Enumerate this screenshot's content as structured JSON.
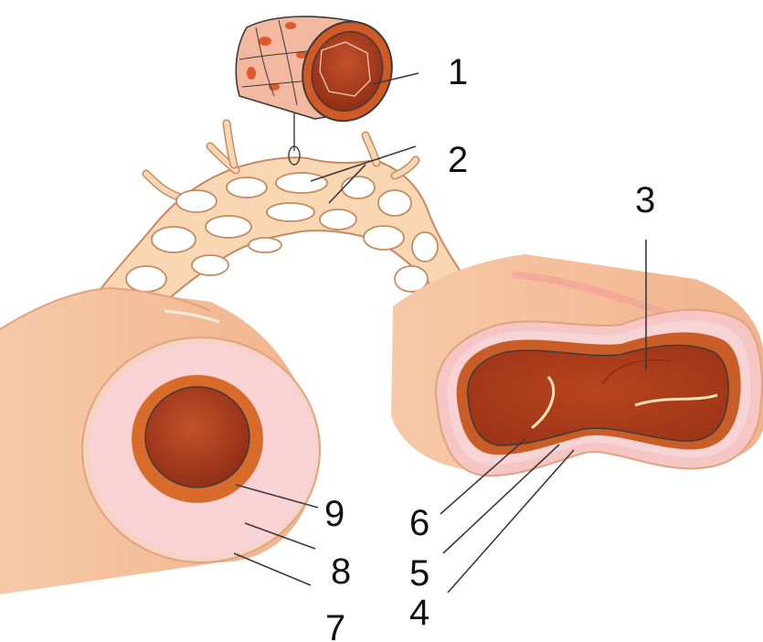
{
  "diagram": {
    "colors": {
      "outer_tissue": "#f6c3a0",
      "outer_tissue_dark": "#eaa783",
      "media_pink": "#f7d3d3",
      "intima_orange": "#d86a2a",
      "lumen_red": "#a8361a",
      "capillary_fill": "#f9d7b2",
      "capillary_stroke": "#c58a62",
      "line": "#3a3a3a"
    },
    "icons": {
      "capillary_segment": "capillary-tube-icon",
      "capillary_network": "capillary-network-icon",
      "artery": "artery-cross-section-icon",
      "vein": "vein-cross-section-icon"
    },
    "labels": [
      {
        "id": "1",
        "text": "1"
      },
      {
        "id": "2",
        "text": "2"
      },
      {
        "id": "3",
        "text": "3"
      },
      {
        "id": "4",
        "text": "4"
      },
      {
        "id": "5",
        "text": "5"
      },
      {
        "id": "6",
        "text": "6"
      },
      {
        "id": "7",
        "text": "7"
      },
      {
        "id": "8",
        "text": "8"
      },
      {
        "id": "9",
        "text": "9"
      }
    ]
  }
}
